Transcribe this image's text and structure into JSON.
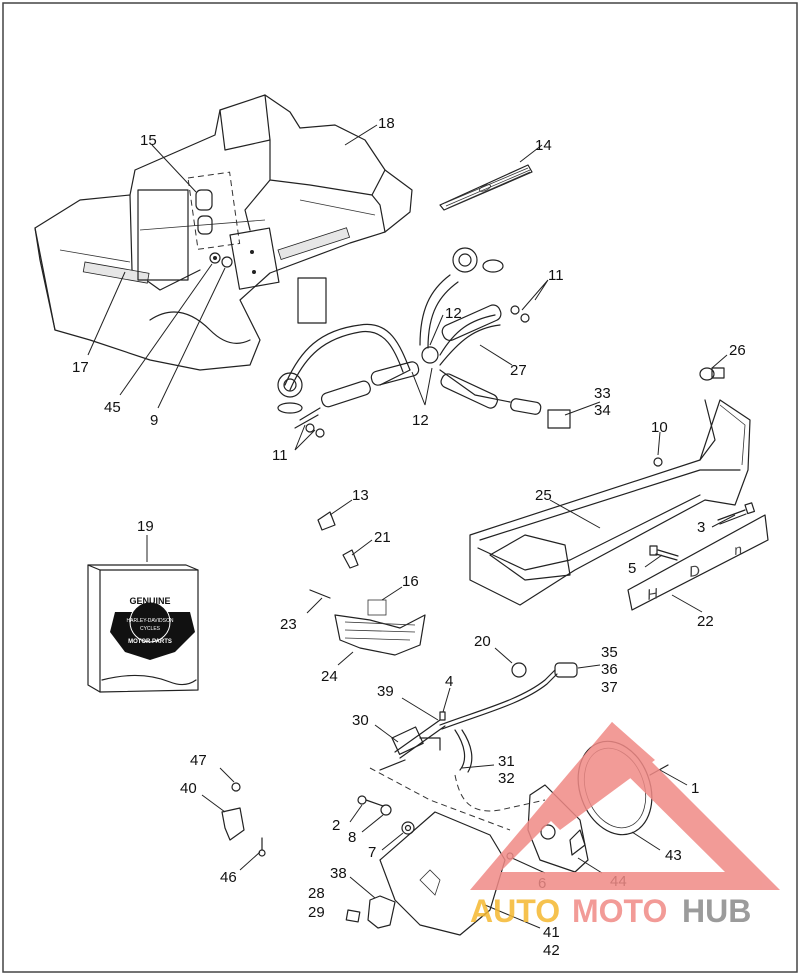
{
  "labels": [
    {
      "id": "1",
      "text": "1"
    },
    {
      "id": "2",
      "text": "2"
    },
    {
      "id": "3",
      "text": "3"
    },
    {
      "id": "4",
      "text": "4"
    },
    {
      "id": "5",
      "text": "5"
    },
    {
      "id": "6",
      "text": "6"
    },
    {
      "id": "7",
      "text": "7"
    },
    {
      "id": "8",
      "text": "8"
    },
    {
      "id": "9",
      "text": "9"
    },
    {
      "id": "10",
      "text": "10"
    },
    {
      "id": "11a",
      "text": "11"
    },
    {
      "id": "11b",
      "text": "11"
    },
    {
      "id": "12a",
      "text": "12"
    },
    {
      "id": "12b",
      "text": "12"
    },
    {
      "id": "13",
      "text": "13"
    },
    {
      "id": "14",
      "text": "14"
    },
    {
      "id": "15",
      "text": "15"
    },
    {
      "id": "16",
      "text": "16"
    },
    {
      "id": "17",
      "text": "17"
    },
    {
      "id": "18",
      "text": "18"
    },
    {
      "id": "19",
      "text": "19"
    },
    {
      "id": "20",
      "text": "20"
    },
    {
      "id": "21",
      "text": "21"
    },
    {
      "id": "22",
      "text": "22"
    },
    {
      "id": "23",
      "text": "23"
    },
    {
      "id": "24",
      "text": "24"
    },
    {
      "id": "25",
      "text": "25"
    },
    {
      "id": "26",
      "text": "26"
    },
    {
      "id": "27",
      "text": "27"
    },
    {
      "id": "28",
      "text": "28"
    },
    {
      "id": "29",
      "text": "29"
    },
    {
      "id": "30",
      "text": "30"
    },
    {
      "id": "31",
      "text": "31"
    },
    {
      "id": "32",
      "text": "32"
    },
    {
      "id": "33",
      "text": "33"
    },
    {
      "id": "34",
      "text": "34"
    },
    {
      "id": "35",
      "text": "35"
    },
    {
      "id": "36",
      "text": "36"
    },
    {
      "id": "37",
      "text": "37"
    },
    {
      "id": "38",
      "text": "38"
    },
    {
      "id": "39",
      "text": "39"
    },
    {
      "id": "40",
      "text": "40"
    },
    {
      "id": "41",
      "text": "41"
    },
    {
      "id": "42",
      "text": "42"
    },
    {
      "id": "43",
      "text": "43"
    },
    {
      "id": "44",
      "text": "44"
    },
    {
      "id": "45",
      "text": "45"
    },
    {
      "id": "46",
      "text": "46"
    },
    {
      "id": "47",
      "text": "47"
    }
  ],
  "plate_text": {
    "a": "H",
    "b": "D",
    "c": "n"
  },
  "logo": {
    "top": "GENUINE",
    "middle_1": "HARLEY-DAVIDSON",
    "middle_2": "CYCLES",
    "bottom": "MOTOR PARTS"
  },
  "watermark": {
    "part1": "AUTO",
    "part2": "MOTO",
    "part3": "HUB"
  },
  "colors": {
    "watermark_red": "#f08a86",
    "watermark_orange": "#f5b830",
    "watermark_gray": "#8a8a8a",
    "frame": "#444444"
  }
}
